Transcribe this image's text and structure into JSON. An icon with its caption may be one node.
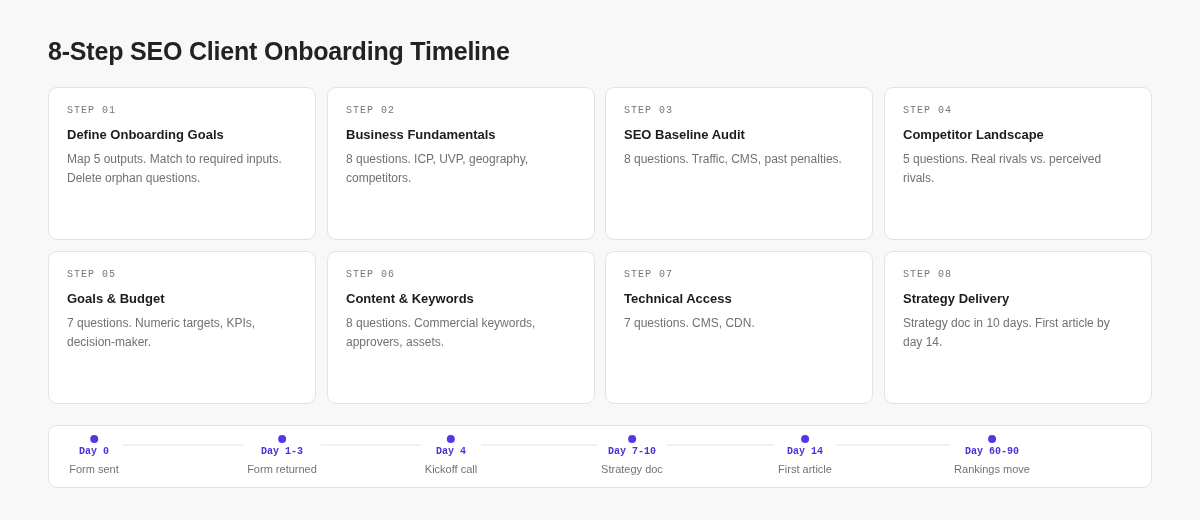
{
  "diagram": {
    "title": "8-Step SEO Client Onboarding Timeline",
    "nodes": [
      {
        "text": [
          "STEP 01",
          "Define Onboarding Goals",
          "Map 5 outputs. Match to required inputs. Delete orphan questions."
        ]
      },
      {
        "text": [
          "STEP 02",
          "Business Fundamentals",
          "8 questions. ICP, UVP, geography, competitors."
        ]
      },
      {
        "text": [
          "STEP 03",
          "SEO Baseline Audit",
          "8 questions. Traffic, CMS, past penalties."
        ]
      },
      {
        "text": [
          "STEP 04",
          "Competitor Landscape",
          "5 questions. Real rivals vs. perceived rivals."
        ]
      },
      {
        "text": [
          "STEP 05",
          "Goals & Budget",
          "7 questions. Numeric targets, KPIs, decision-maker."
        ]
      },
      {
        "text": [
          "STEP 06",
          "Content & Keywords",
          "8 questions. Commercial keywords, approvers, assets."
        ]
      },
      {
        "text": [
          "STEP 07",
          "Technical Access",
          "7 questions. CMS, CDN."
        ]
      },
      {
        "text": [
          "STEP 08",
          "Strategy Delivery",
          "Strategy doc in 10 days. First article by day 14."
        ]
      },
      {
        "text": [],
        "shape": "box"
      },
      {
        "text": [
          "Day 0",
          "Form sent"
        ],
        "in": 8
      },
      {
        "text": [
          "Day 1-3",
          "Form returned"
        ],
        "in": 8
      },
      {
        "text": [
          "Day 4",
          "Kickoff call"
        ],
        "in": 8
      },
      {
        "text": [
          "Day 7-10",
          "Strategy doc"
        ],
        "in": 8
      },
      {
        "text": [
          "Day 14",
          "First article"
        ],
        "in": 8
      },
      {
        "text": [
          "Day 60-90",
          "Rankings move"
        ],
        "in": 8
      }
    ],
    "edges": [
      {
        "from": 9,
        "to": 10,
        "arrow": "none"
      },
      {
        "from": 10,
        "to": 11,
        "arrow": "none"
      },
      {
        "from": 11,
        "to": 12,
        "arrow": "none"
      },
      {
        "from": 12,
        "to": 13,
        "arrow": "none"
      },
      {
        "from": 13,
        "to": 14,
        "arrow": "none"
      }
    ]
  }
}
